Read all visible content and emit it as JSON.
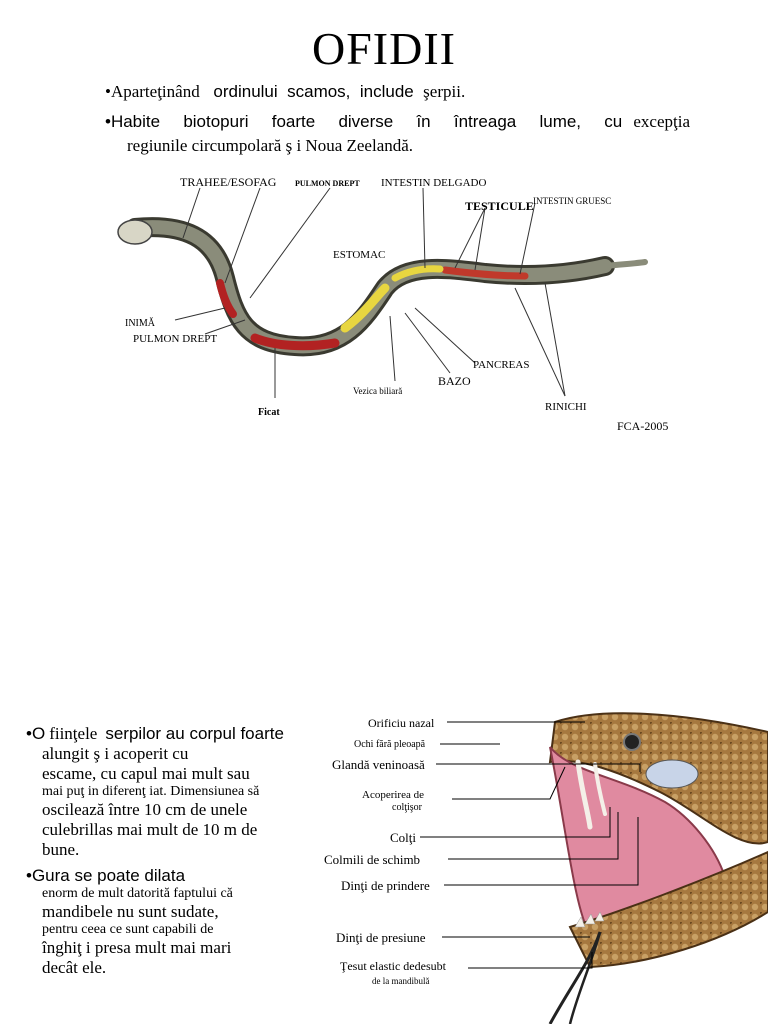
{
  "page": {
    "title": "OFIDII"
  },
  "bullets_top": [
    {
      "marker": "•",
      "parts": [
        {
          "text": "Aparteţinând ",
          "font": "serif"
        },
        {
          "text": "  ordinului  scamos,  include  ",
          "font": "sans"
        },
        {
          "text": "şerpii.",
          "font": "serif"
        }
      ]
    },
    {
      "marker": "•",
      "line1_sans": "Habite  biotopuri  foarte  diverse  în  întreaga  lume,  cu",
      "line1_serif": "excepţia",
      "line2": "regiunile circumpolară ş i Noua Zeelandă."
    }
  ],
  "anatomy_diagram": {
    "labels": {
      "trahee": "TRAHEE/ESOFAG",
      "pulmon_top": "PULMON DREPT",
      "intestin_delgado": "INTESTIN DELGADO",
      "testicule": "TESTICULE",
      "intestin_gruesc": "INTESTIN GRUESC",
      "estomac": "ESTOMAC",
      "inima": "INIMĂ",
      "pulmon_bottom": "PULMON DREPT",
      "pancreas": "PANCREAS",
      "bazo": "BAZO",
      "vezica": "Vezica biliară",
      "ficat": "Ficat",
      "rinichi": "RINICHI",
      "credit": "FCA-2005"
    }
  },
  "bullets_bottom": {
    "b1": {
      "marker": "•O",
      "w1": "fiinţele",
      "w2": "serpilor au corpul foarte",
      "lines": [
        "alungit ş i acoperit cu",
        "escame, cu capul mai mult sau",
        "mai puţ in diferenţ iat. Dimensiunea să",
        "oscilează între 10 cm de unele",
        "culebrillas mai mult de 10 m de",
        "bune."
      ]
    },
    "b2": {
      "head": "•Gura se poate dilata",
      "lines": [
        "enorm de mult datorită faptului că",
        "mandibele nu sunt sudate,",
        "pentru ceea ce sunt capabili de",
        "înghiţ i presa mult mai mari",
        "decât ele."
      ]
    }
  },
  "head_diagram": {
    "labels": {
      "orificiu": "Orificiu nazal",
      "ochi": "Ochi fără pleoapă",
      "glanda": "Glandă veninoasă",
      "acoperirea1": "Acoperirea de",
      "acoperirea2": "colţişor",
      "colti": "Colţi",
      "colmili": "Colmili de schimb",
      "dinti_prindere": "Dinţi de prindere",
      "dinti_presiune": "Dinţi de presiune",
      "tesut1": "Ţesut elastic dedesubt",
      "tesut2": "de la mandibulă"
    }
  },
  "colors": {
    "snake_body": "#6d6f60",
    "blood": "#b22222",
    "yellow": "#e8d640",
    "skin": "#a6783f",
    "mouth": "#e08aa0"
  }
}
